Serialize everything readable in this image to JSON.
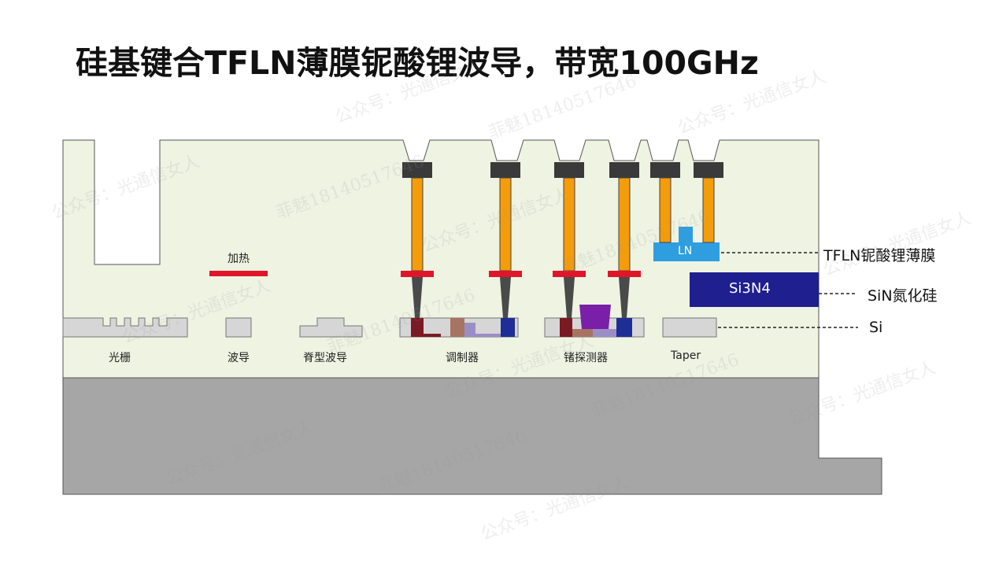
{
  "title": "硅基键合TFLN薄膜铌酸锂波导，带宽100GHz",
  "colors": {
    "oxide": "#eef3e2",
    "substrate": "#a6a6a6",
    "silicon": "#d6d6d6",
    "via": "#f59c0a",
    "pad": "#3a3a3a",
    "heater": "#e0152a",
    "ln": "#2e9ee0",
    "sin": "#1f1f8f",
    "dark_red": "#7a1a22",
    "brown": "#a87462",
    "lavender": "#9b8ec6",
    "navy": "#1f2e96",
    "purple": "#7a1fa8"
  },
  "labels": {
    "heater": "加热",
    "grating": "光栅",
    "waveguide": "波导",
    "ridge": "脊型波导",
    "modulator": "调制器",
    "detector": "锗探测器",
    "taper": "Taper",
    "ln": "LN",
    "si3n4": "Si3N4"
  },
  "legend": {
    "tfln": "TFLN铌酸锂薄膜",
    "sin": "SiN氮化硅",
    "si": "Si"
  },
  "watermarks": {
    "account": "公众号：光通信女人",
    "name": "菲魅18140517646"
  }
}
